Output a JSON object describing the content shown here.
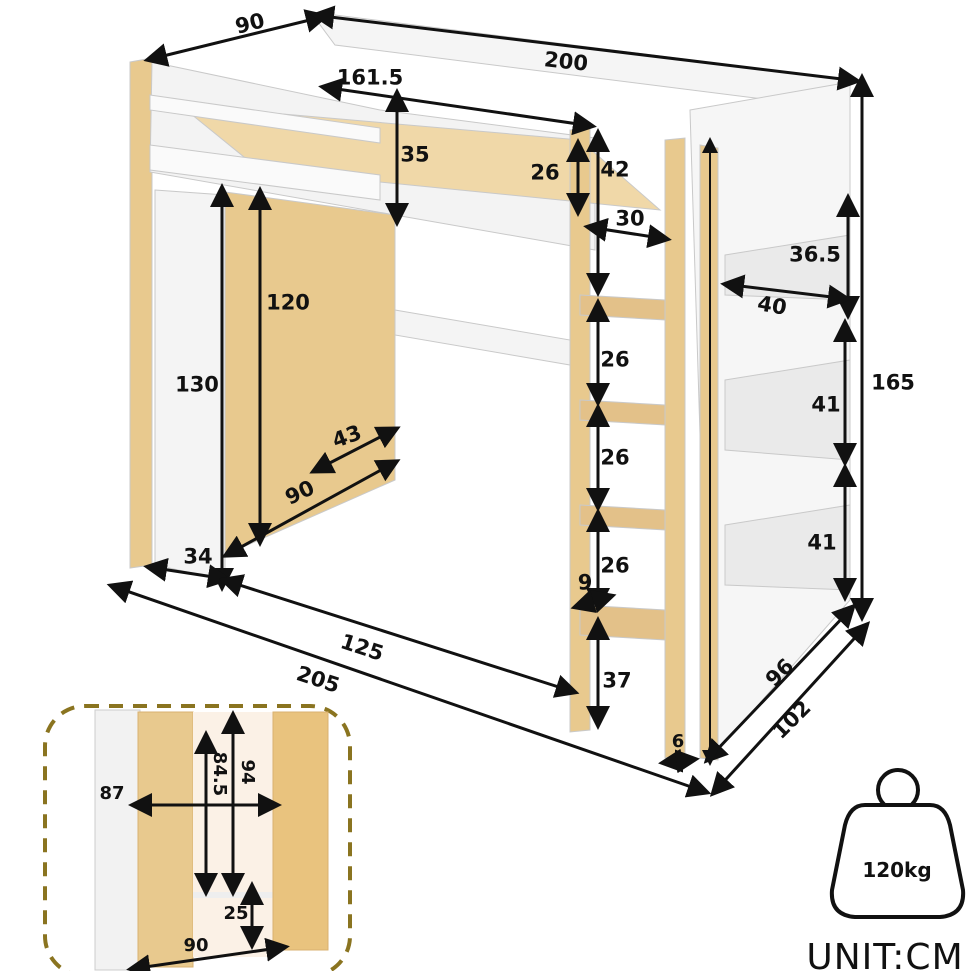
{
  "main_dimensions": {
    "width_top": "90",
    "length_top": "200",
    "guardrail_length": "161.5",
    "guardrail_height": "35",
    "rail_gap": "26",
    "ladder_top": "42",
    "ladder_width": "30",
    "shelf_top_height": "36.5",
    "shelf_depth": "40",
    "wardrobe_door_height": "120",
    "wardrobe_height": "130",
    "wardrobe_depth": "43",
    "wardrobe_width": "90",
    "side_cabinet_width": "34",
    "under_bed_clearance": "125",
    "total_length": "205",
    "step_gap_1": "26",
    "step_gap_2": "26",
    "step_gap_3": "26",
    "step_depth": "9",
    "ladder_bottom": "37",
    "ladder_post": "6",
    "total_height": "165",
    "shelf_mid_height": "41",
    "shelf_low_height": "41",
    "shelf_width": "96",
    "total_width": "102"
  },
  "inset": {
    "inner_width": "87",
    "hanging_height": "84.5",
    "inner_height": "94",
    "bottom_shelf": "25",
    "outer_width": "90"
  },
  "weight": {
    "label": "120kg"
  },
  "unit": {
    "label": "UNIT:CM"
  },
  "colors": {
    "wood": "#e8c98e",
    "white": "#f4f4f4",
    "inset_border": "#8a7420"
  }
}
